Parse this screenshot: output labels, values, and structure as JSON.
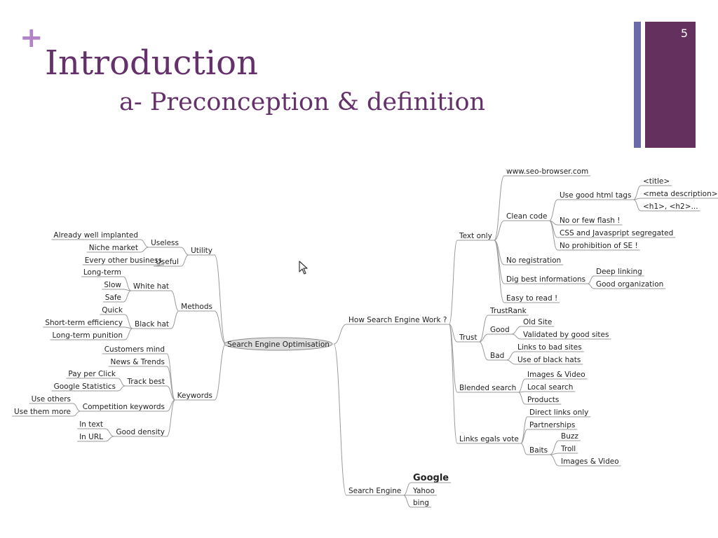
{
  "slide": {
    "plus_symbol": "+",
    "title": "Introduction",
    "subtitle": "a- Preconception & definition",
    "page_number": "5",
    "colors": {
      "title": "#65316b",
      "plus": "#b383c9",
      "accent_box": "#64315f",
      "accent_bar": "#6a6aa8"
    }
  },
  "mindmap": {
    "central": "Search Engine Optimisation",
    "left_branches": [
      {
        "label": "Utility",
        "children": [
          {
            "label": "Useless",
            "children": [
              "Already well implanted",
              "Niche market"
            ]
          },
          {
            "label": "Useful",
            "children": [
              "Every other business"
            ]
          }
        ]
      },
      {
        "label": "Methods",
        "children": [
          {
            "label": "White hat",
            "children": [
              "Long-term",
              "Slow",
              "Safe"
            ]
          },
          {
            "label": "Black hat",
            "children": [
              "Quick",
              "Short-term efficiency",
              "Long-term punition"
            ]
          }
        ]
      },
      {
        "label": "Keywords",
        "children": [
          {
            "label": "Customers mind"
          },
          {
            "label": "News & Trends"
          },
          {
            "label": "Track best",
            "children": [
              "Pay per Click",
              "Google Statistics"
            ]
          },
          {
            "label": "Competition keywords",
            "children": [
              "Use others",
              "Use them more"
            ]
          },
          {
            "label": "Good density",
            "children": [
              "In text",
              "In URL"
            ]
          }
        ]
      }
    ],
    "right_branches": [
      {
        "label": "How Search Engine Work  ?",
        "children": [
          {
            "label": "Text only",
            "children": [
              {
                "label": "www.seo-browser.com"
              },
              {
                "label": "Clean code",
                "children": [
                  {
                    "label": "Use good html tags",
                    "children": [
                      "<title>",
                      "<meta description>",
                      "<h1>, <h2>..."
                    ]
                  },
                  {
                    "label": "No or few flash !"
                  },
                  {
                    "label": "CSS and Javaspript segregated"
                  },
                  {
                    "label": "No prohibition of SE !"
                  }
                ]
              },
              {
                "label": "No registration"
              },
              {
                "label": "Dig best informations",
                "children": [
                  "Deep linking",
                  "Good organization"
                ]
              },
              {
                "label": "Easy to read !"
              }
            ]
          },
          {
            "label": "Trust",
            "children": [
              {
                "label": "TrustRank"
              },
              {
                "label": "Good",
                "children": [
                  "Old Site",
                  "Validated by good sites"
                ]
              },
              {
                "label": "Bad",
                "children": [
                  "Links to bad sites",
                  "Use of black hats"
                ]
              }
            ]
          },
          {
            "label": "Blended search",
            "children": [
              "Images & Video",
              "Local search",
              "Products"
            ]
          },
          {
            "label": "Links egals vote",
            "children": [
              {
                "label": "Direct links only"
              },
              {
                "label": "Partnerships"
              },
              {
                "label": "Baits",
                "children": [
                  "Buzz",
                  "Troll",
                  "Images & Video"
                ]
              }
            ]
          }
        ]
      },
      {
        "label": "Search Engine",
        "children": [
          "Google",
          "Yahoo",
          "bing"
        ]
      }
    ]
  }
}
